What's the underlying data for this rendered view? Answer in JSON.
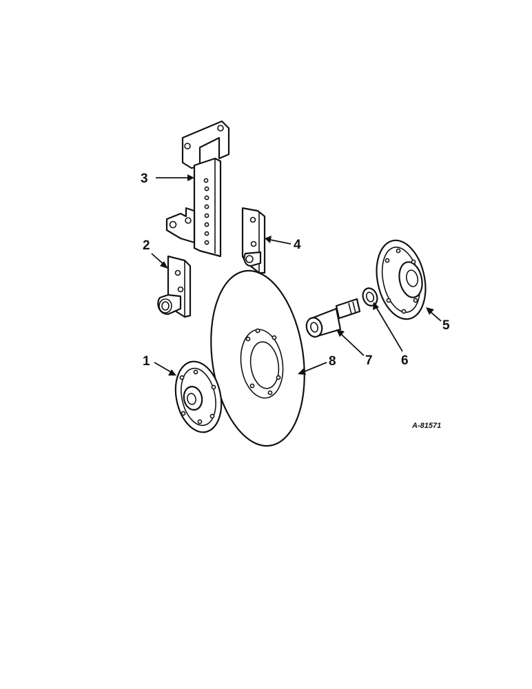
{
  "drawing": {
    "reference": "A-81571",
    "callouts": [
      {
        "id": "1",
        "label": "1"
      },
      {
        "id": "2",
        "label": "2"
      },
      {
        "id": "3",
        "label": "3"
      },
      {
        "id": "4",
        "label": "4"
      },
      {
        "id": "5",
        "label": "5"
      },
      {
        "id": "6",
        "label": "6"
      },
      {
        "id": "7",
        "label": "7"
      },
      {
        "id": "8",
        "label": "8"
      }
    ]
  }
}
